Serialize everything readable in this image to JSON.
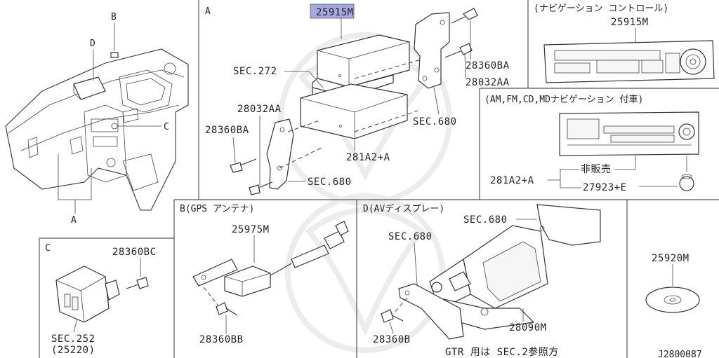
{
  "panels": {
    "a": {
      "letter": "A",
      "highlight_part": "25915M",
      "labels": {
        "sec_272": "SEC.272",
        "bolt_top": "28360BA",
        "screw_top": "28032AA",
        "screw_left": "28032AA",
        "bolt_left": "28360BA",
        "sec_680_right": "SEC.680",
        "unit_281": "281A2+A",
        "sec_680_bottom": "SEC.680"
      }
    },
    "overview": {
      "letter_b": "B",
      "letter_c": "C",
      "letter_d": "D",
      "letter_a": "A"
    },
    "nav_control": {
      "title": "(ナビゲーション コントロール)",
      "part": "25915M"
    },
    "am_fm": {
      "title": "(AM,FM,CD,MDナビゲーション 付車)",
      "not_for_sale": "非販売",
      "part_281": "281A2+A",
      "part_knob": "27923+E"
    },
    "b": {
      "title": "B(GPS アンテナ)",
      "part_antenna": "25975M",
      "part_bolt": "28360BB"
    },
    "c": {
      "letter": "C",
      "part_bolt": "28360BC",
      "sec": "SEC.252",
      "sec_sub": "(25220)"
    },
    "d": {
      "title": "D(AVディスプレー)",
      "sec_top": "SEC.680",
      "sec_left": "SEC.680",
      "part_display": "28090M",
      "part_bolt": "28360B",
      "note": "GTR 用は SEC.2参照方"
    },
    "disc": {
      "part": "25920M"
    },
    "drawing_id": "J2800087"
  }
}
